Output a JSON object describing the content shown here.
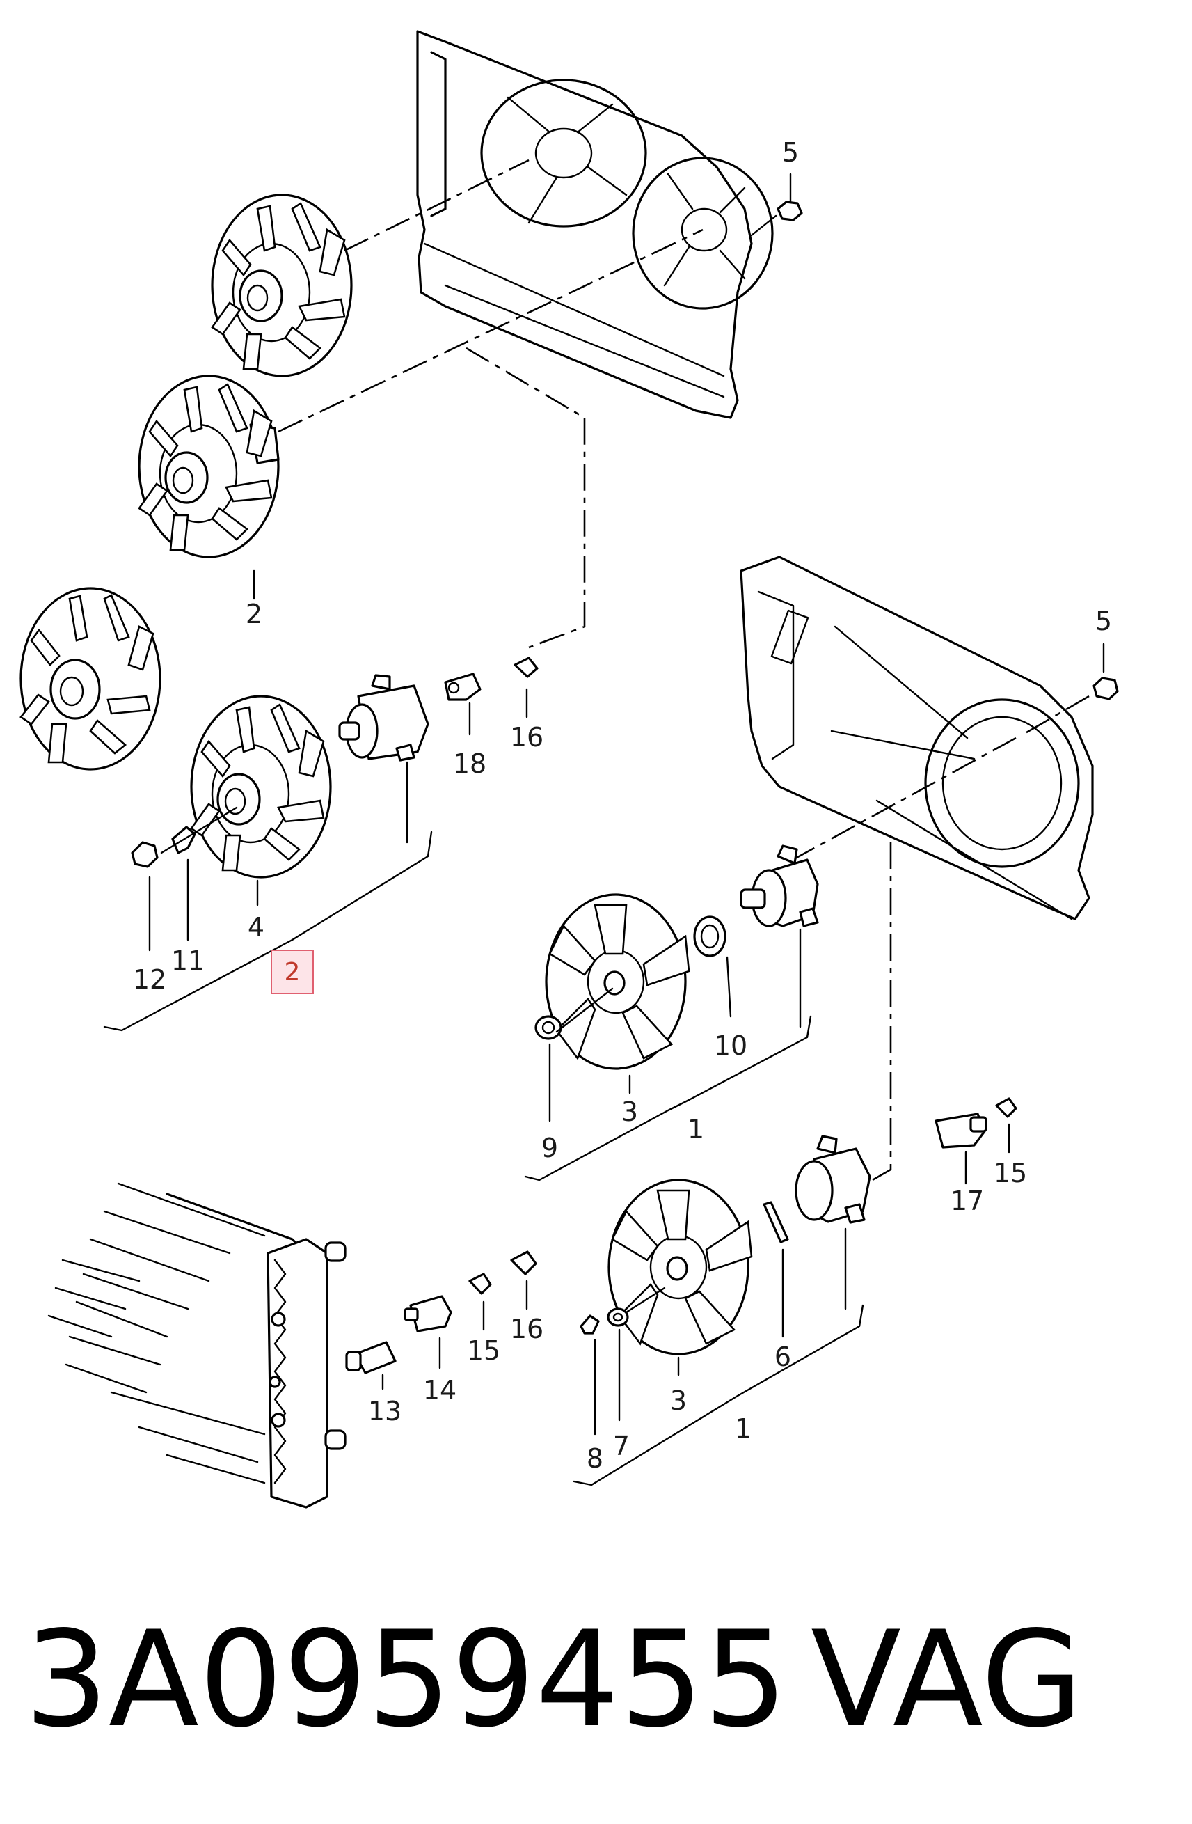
{
  "callouts": {
    "top": {
      "c5": "5",
      "c2": "2"
    },
    "left_group": {
      "c4": "4",
      "c12": "12",
      "c11": "11",
      "c18": "18",
      "c16": "16",
      "c2_highlight": "2"
    },
    "right_frame": {
      "c5": "5"
    },
    "mid_right": {
      "c10": "10",
      "c9": "9",
      "c3": "3",
      "c1": "1"
    },
    "small_parts_right": {
      "c17": "17",
      "c15": "15"
    },
    "bottom_right": {
      "c6": "6",
      "c3": "3",
      "c1": "1",
      "c8": "8",
      "c7": "7"
    },
    "bottom_left": {
      "c15": "15",
      "c16": "16",
      "c13": "13",
      "c14": "14"
    }
  },
  "part_number": "3A0959455",
  "brand": "VAG",
  "colors": {
    "line": "#000000",
    "highlight": "#e06070",
    "highlight_fill": "#fde4e8"
  }
}
